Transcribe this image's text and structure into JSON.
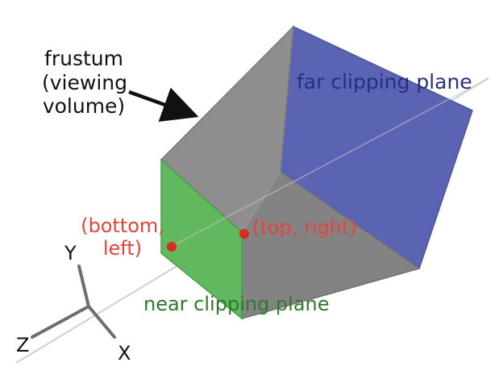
{
  "labels": {
    "frustum_line1": "frustum",
    "frustum_line2": "(viewing",
    "frustum_line3": "volume)",
    "far_plane": "far clipping plane",
    "near_plane": "near clipping plane",
    "bottom_left_line1": "(bottom,",
    "bottom_left_line2": "left)",
    "top_right": "(top, right)"
  },
  "axes": {
    "y": "Y",
    "z": "Z",
    "x": "X"
  },
  "colors": {
    "frustum_face": "#8c8c8c",
    "frustum_face_dark": "#7b7b7b",
    "far_plane_fill": "#5b63b3",
    "near_plane_fill": "#62b85f",
    "far_label": "#262e82",
    "near_label": "#2e7a2b",
    "point_label": "#e2453a",
    "point_marker": "#dd2a1f",
    "axis_line": "#6e6e6e",
    "view_axis_line": "#c8c8c8",
    "arrow": "#111111"
  }
}
